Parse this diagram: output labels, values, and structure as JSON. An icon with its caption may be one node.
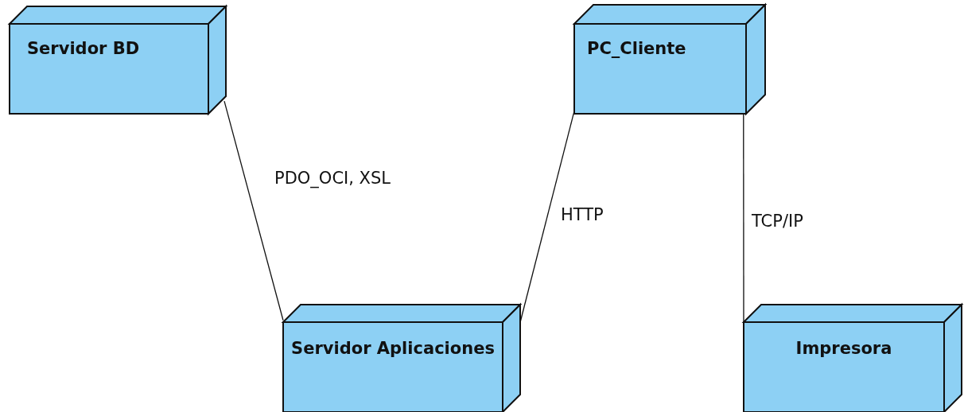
{
  "diagram": {
    "nodes": [
      {
        "text": [
          "Servidor BD"
        ]
      },
      {
        "text": [
          "PC_Cliente"
        ]
      },
      {
        "text": [
          "Servidor Aplicaciones"
        ]
      },
      {
        "text": [
          "Impresora"
        ]
      }
    ],
    "edges": [
      {
        "from": 0,
        "to": 2,
        "arrow": "none",
        "label": "PDO_OCI, XSL"
      },
      {
        "from": 1,
        "to": 2,
        "arrow": "none",
        "label": "HTTP"
      },
      {
        "from": 1,
        "to": 3,
        "arrow": "none",
        "label": "TCP/IP"
      }
    ]
  }
}
